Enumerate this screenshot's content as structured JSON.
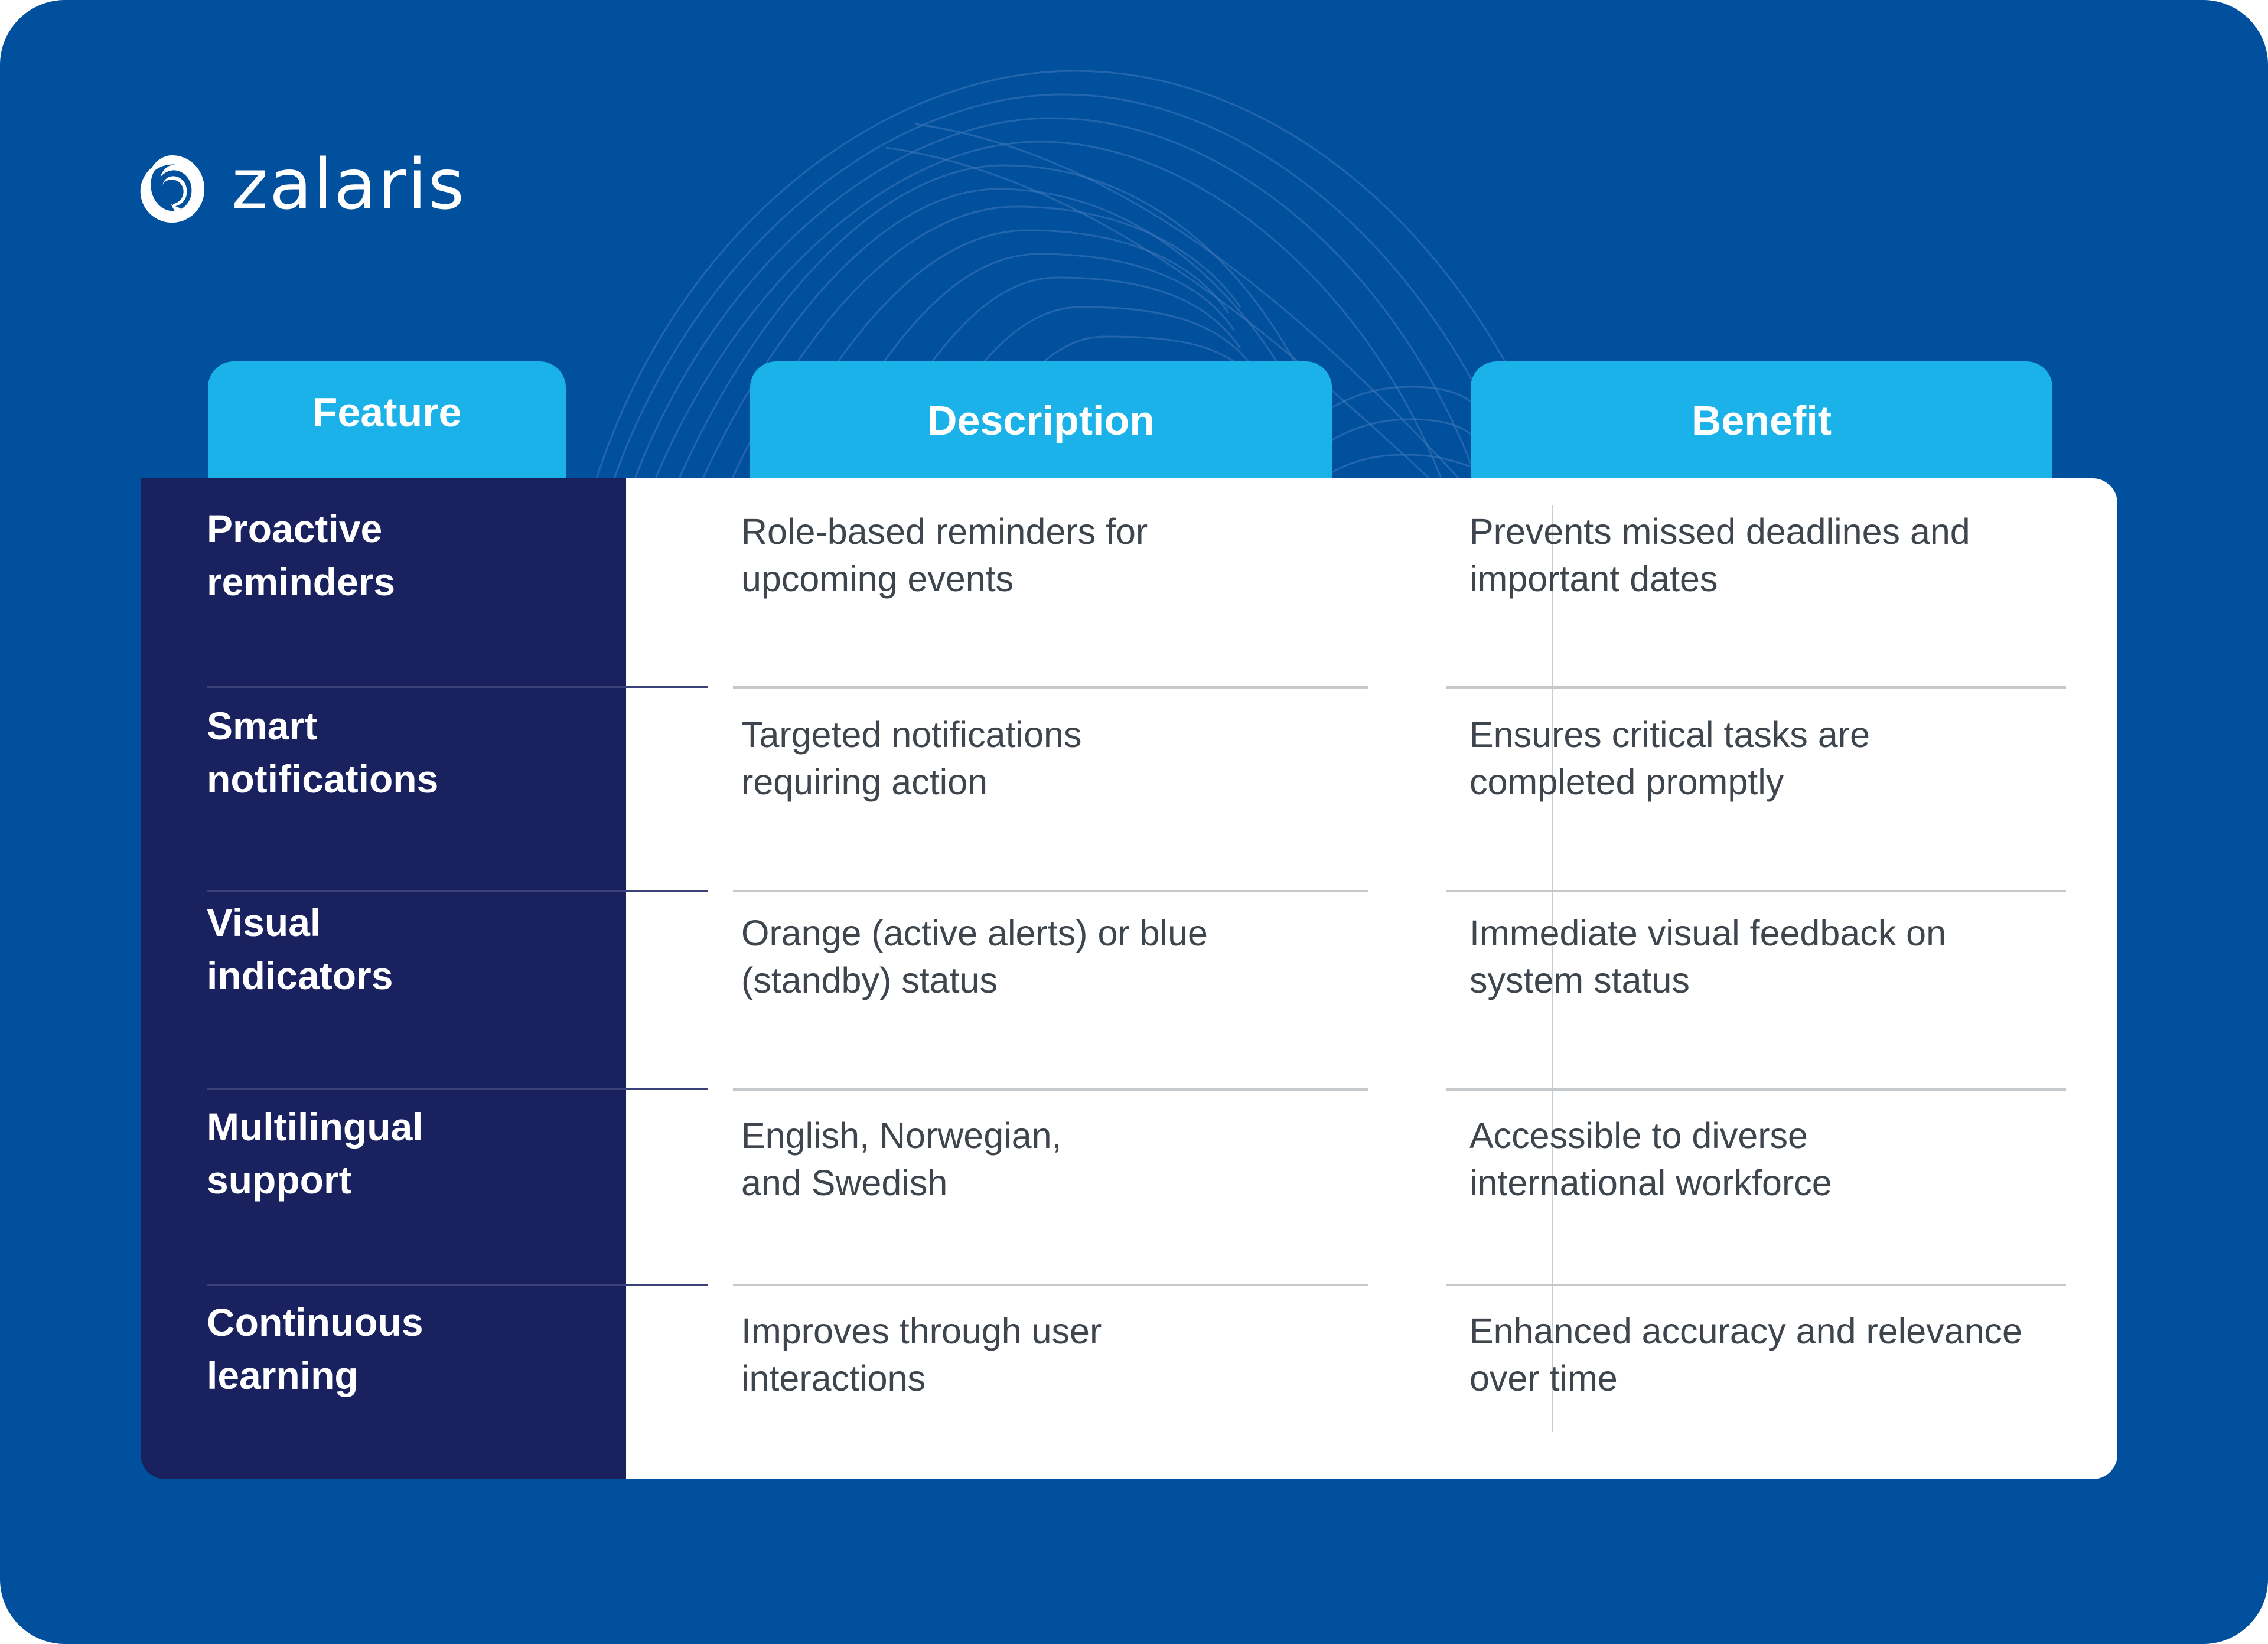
{
  "brand": {
    "name": "zalaris",
    "logo_icon": "zalaris-swirl-icon"
  },
  "colors": {
    "background": "#00509E",
    "header_tab": "#1AB2E8",
    "feature_column": "#19215E",
    "card": "#FFFFFF",
    "body_text": "#3E454D",
    "divider": "#C6C9CC"
  },
  "table": {
    "headers": {
      "feature": "Feature",
      "description": "Description",
      "benefit": "Benefit"
    },
    "rows": [
      {
        "feature": [
          "Proactive",
          "reminders"
        ],
        "description": [
          "Role-based reminders for",
          "upcoming events"
        ],
        "benefit": [
          "Prevents missed deadlines and",
          "important dates"
        ]
      },
      {
        "feature": [
          "Smart",
          "notifications"
        ],
        "description": [
          "Targeted notifications",
          "requiring action"
        ],
        "benefit": [
          "Ensures critical tasks are",
          "completed promptly"
        ]
      },
      {
        "feature": [
          "Visual",
          "indicators"
        ],
        "description": [
          "Orange (active alerts) or blue",
          "(standby) status"
        ],
        "benefit": [
          "Immediate visual feedback on",
          "system status"
        ]
      },
      {
        "feature": [
          "Multilingual",
          "support"
        ],
        "description": [
          "English, Norwegian,",
          "and Swedish"
        ],
        "benefit": [
          "Accessible to diverse",
          "international workforce"
        ]
      },
      {
        "feature": [
          "Continuous",
          "learning"
        ],
        "description": [
          "Improves through user",
          "interactions"
        ],
        "benefit": [
          "Enhanced accuracy and relevance",
          "over time"
        ]
      }
    ]
  }
}
